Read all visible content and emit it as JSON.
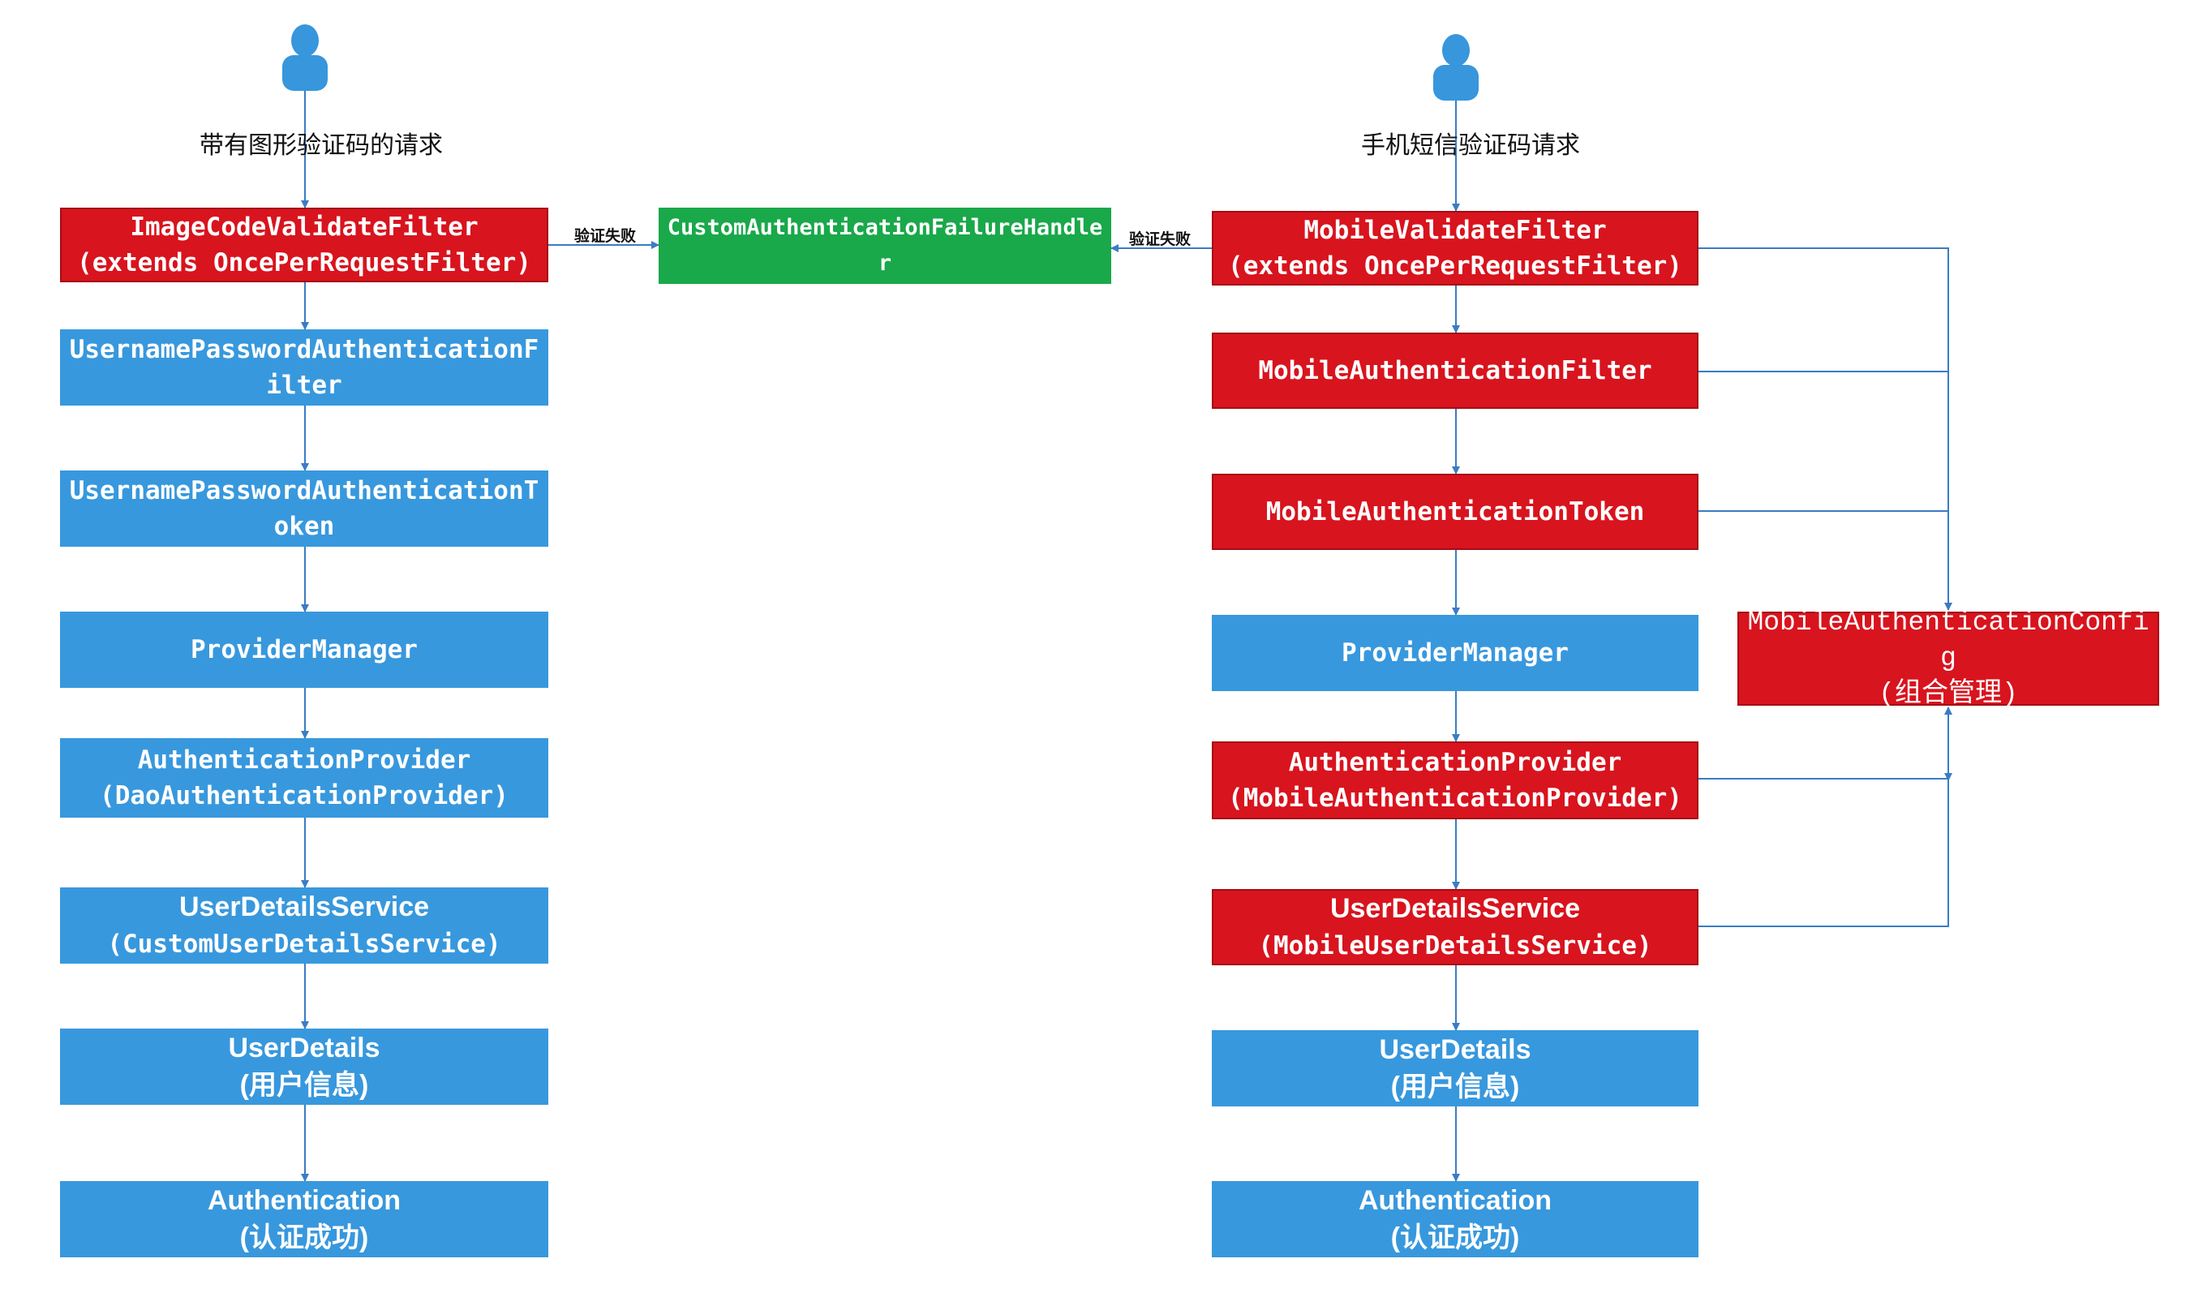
{
  "colors": {
    "blue": "#3898dd",
    "red": "#d8141e",
    "green": "#19a84a",
    "connector": "#3a7cc4",
    "person": "#3796dc"
  },
  "left": {
    "icon": "person-icon",
    "title": "带有图形验证码的请求",
    "boxes": [
      {
        "lines": [
          "ImageCodeValidateFilter",
          "(extends OncePerRequestFilter)"
        ]
      },
      {
        "lines": [
          "UsernamePasswordAuthenticationF",
          "ilter"
        ]
      },
      {
        "lines": [
          "UsernamePasswordAuthenticationT",
          "oken"
        ]
      },
      {
        "lines": [
          "ProviderManager"
        ]
      },
      {
        "lines": [
          "AuthenticationProvider",
          "(DaoAuthenticationProvider)"
        ]
      },
      {
        "lines": [
          "UserDetailsService",
          "(CustomUserDetailsService)"
        ]
      },
      {
        "lines": [
          "UserDetails",
          "(用户信息)"
        ]
      },
      {
        "lines": [
          "Authentication",
          "(认证成功)"
        ]
      }
    ]
  },
  "center": {
    "handler": "CustomAuthenticationFailureHandler",
    "left_edge_label": "验证失败",
    "right_edge_label": "验证失败"
  },
  "right": {
    "icon": "person-icon",
    "title": "手机短信验证码请求",
    "boxes": [
      {
        "lines": [
          "MobileValidateFilter",
          "(extends OncePerRequestFilter)"
        ]
      },
      {
        "lines": [
          "MobileAuthenticationFilter"
        ]
      },
      {
        "lines": [
          "MobileAuthenticationToken"
        ]
      },
      {
        "lines": [
          "ProviderManager"
        ]
      },
      {
        "lines": [
          "AuthenticationProvider",
          "(MobileAuthenticationProvider)"
        ]
      },
      {
        "lines": [
          "UserDetailsService",
          "(MobileUserDetailsService)"
        ]
      },
      {
        "lines": [
          "UserDetails",
          "(用户信息)"
        ]
      },
      {
        "lines": [
          "Authentication",
          "(认证成功)"
        ]
      }
    ],
    "config": {
      "lines": [
        "MobileAuthenticationConfig",
        "(组合管理)"
      ]
    }
  }
}
